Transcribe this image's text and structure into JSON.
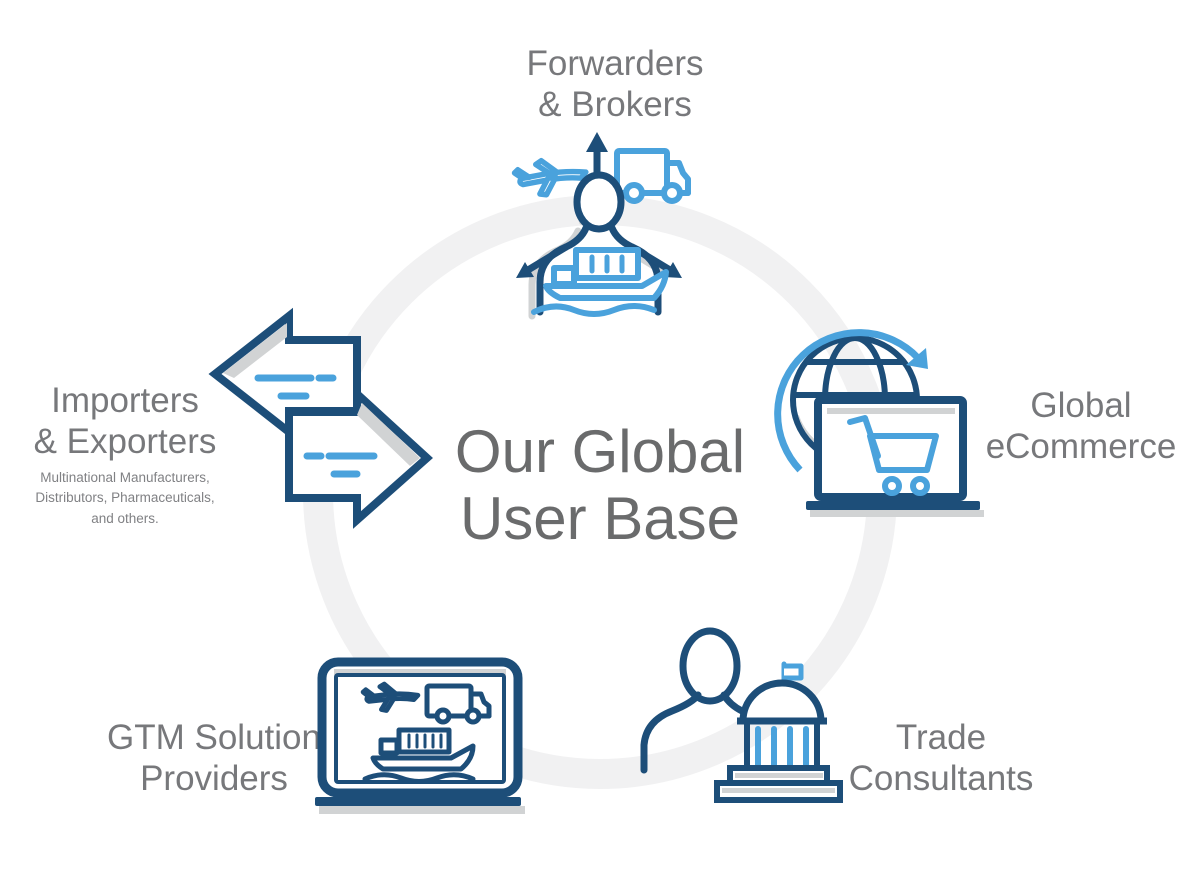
{
  "colors": {
    "navy": "#1d4e79",
    "blue": "#4aa2dc",
    "shadow": "#d1d3d4",
    "ring": "#f1f1f2",
    "heading": "#77787b",
    "title": "#6a6b6c",
    "subtitle": "#808184"
  },
  "title": {
    "line1": "Our Global",
    "line2": "User Base"
  },
  "nodes": {
    "forwarders": {
      "line1": "Forwarders",
      "line2": "& Brokers"
    },
    "ecommerce": {
      "line1": "Global",
      "line2": "eCommerce"
    },
    "consultants": {
      "line1": "Trade",
      "line2": "Consultants"
    },
    "gtm": {
      "line1": "GTM Solution",
      "line2": "Providers"
    },
    "importers": {
      "line1": "Importers",
      "line2": "& Exporters",
      "subtitle1": "Multinational Manufacturers,",
      "subtitle2": "Distributors, Pharmaceuticals,",
      "subtitle3": "and others."
    }
  },
  "icons": {
    "forwarders": "person-with-plane-truck-ship-icon",
    "importers": "exchange-arrows-icon",
    "ecommerce": "globe-shopping-cart-laptop-icon",
    "consultants": "person-with-capitol-building-icon",
    "gtm": "laptop-with-plane-truck-ship-icon"
  }
}
